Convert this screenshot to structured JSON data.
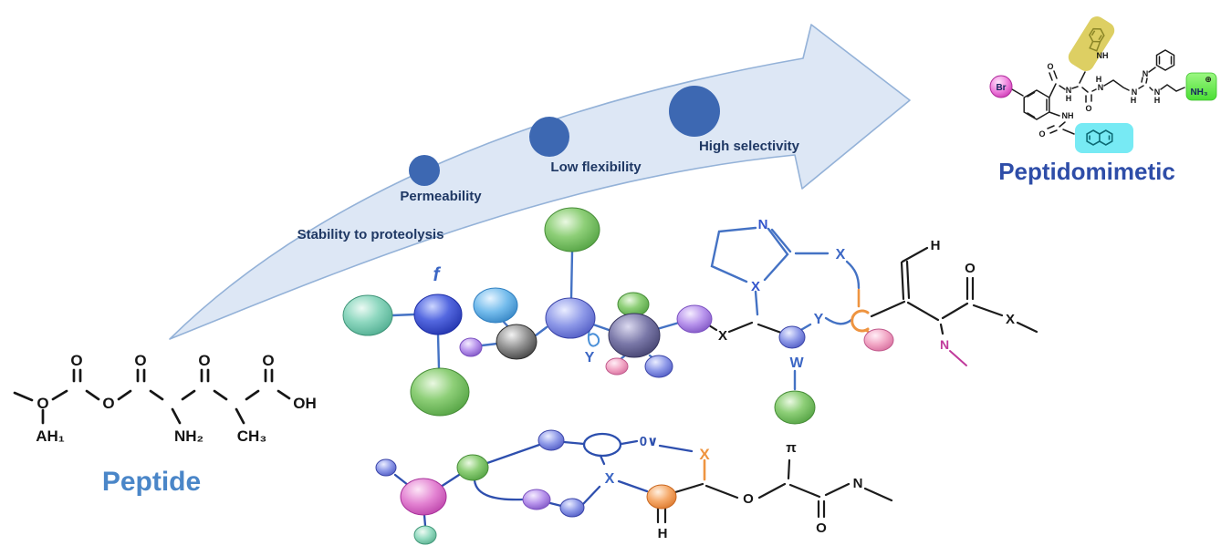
{
  "arrow": {
    "labels": {
      "stability": "Stability to proteolysis",
      "permeability": "Permeability",
      "low_flexibility": "Low flexibility",
      "high_selectivity": "High selectivity"
    },
    "fill": "#dde7f5",
    "stroke": "#94b2d8",
    "dot_color": "#3d68b2",
    "label_color": "#1f3864"
  },
  "structures": {
    "peptide": {
      "title": "Peptide",
      "title_color": "#4a86c8"
    },
    "peptidomimetic": {
      "title": "Peptidomimetic",
      "title_color": "#2e4da8"
    }
  },
  "atoms": {
    "O": "O",
    "OH": "OH",
    "N": "N",
    "H": "H",
    "NH": "NH",
    "NH2": "NH₂",
    "NH3": "NH₃",
    "CH3": "CH₃",
    "AH1": "AH₁",
    "Br": "Br",
    "plus": "⊕",
    "X": "X",
    "Y": "Y",
    "W": "W",
    "f": "f",
    "pi": "π",
    "wave": "0∨"
  },
  "palette": {
    "bond_blue": "#4472c4",
    "bond_black": "#1c1c1c",
    "bond_orange": "#ee9440",
    "bond_magenta": "#c0399b",
    "ball_green": "#6cbc5a",
    "ball_teal": "#7ed2b8",
    "ball_blue": "#3d50cc",
    "ball_sky": "#62b1e8",
    "ball_lavender": "#b491e4",
    "ball_gray": "#7d7d7d",
    "ball_slate": "#64628f",
    "ball_pink": "#f2a0c0",
    "ball_magenta": "#e46ec8",
    "ball_orange": "#f5a15e",
    "ball_mint": "#8fd8bd",
    "ball_periwinkle": "#8a95e8",
    "highlight_yellow": "#d9ca52",
    "highlight_cyan": "#5fe6f2",
    "highlight_green": "#66e84a",
    "highlight_bromine": "#ee6fd8"
  }
}
